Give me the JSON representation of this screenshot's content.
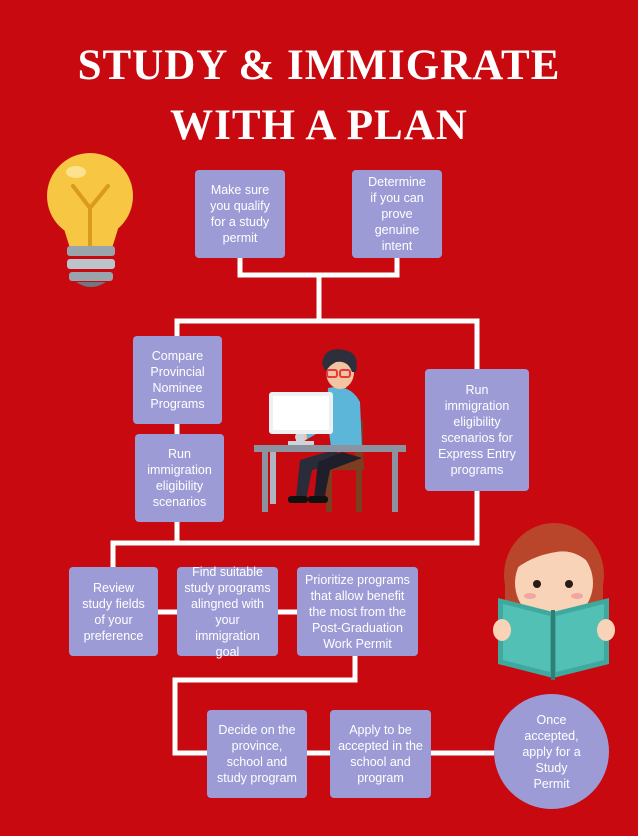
{
  "title": {
    "line1": "STUDY & IMMIGRATE",
    "line2": "WITH A PLAN"
  },
  "boxes": {
    "qualify": "Make sure\nyou qualify\nfor a study\npermit",
    "intent": "Determine\nif you can\nprove\ngenuine\nintent",
    "pnp": "Compare\nProvincial\nNominee\nPrograms",
    "scenarios": "Run\nimmigration\neligibility\nscenarios",
    "express": "Run\nimmigration\neligibility\nscenarios for\nExpress Entry\nprograms",
    "review": "Review\nstudy fields\nof your\npreference",
    "find": "Find suitable\nstudy programs\nalingned with\nyour immigration\ngoal",
    "prioritize": "Prioritize programs\nthat allow benefit\nthe most from the\nPost-Graduation\nWork Permit",
    "decide": "Decide on the\nprovince,\nschool and\nstudy program",
    "apply": "Apply to be\naccepted in the\nschool and\nprogram",
    "permit": "Once\naccepted,\napply for a\nStudy\nPermit"
  },
  "colors": {
    "background": "#c8090f",
    "box": "#9d9bd6",
    "connector": "#ffffff"
  },
  "icons": [
    "lightbulb-icon",
    "person-at-computer-icon",
    "girl-reading-book-icon"
  ]
}
